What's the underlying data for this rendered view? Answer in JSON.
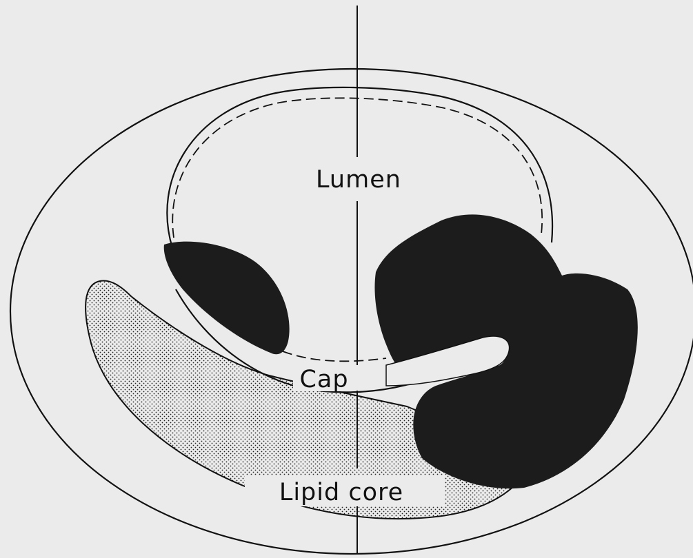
{
  "diagram": {
    "labels": {
      "lumen": "Lumen",
      "cap": "Cap",
      "lipid_core": "Lipid core"
    },
    "colors": {
      "background": "#ebebeb",
      "line": "#111111",
      "dark_region": "#1c1c1c"
    }
  }
}
